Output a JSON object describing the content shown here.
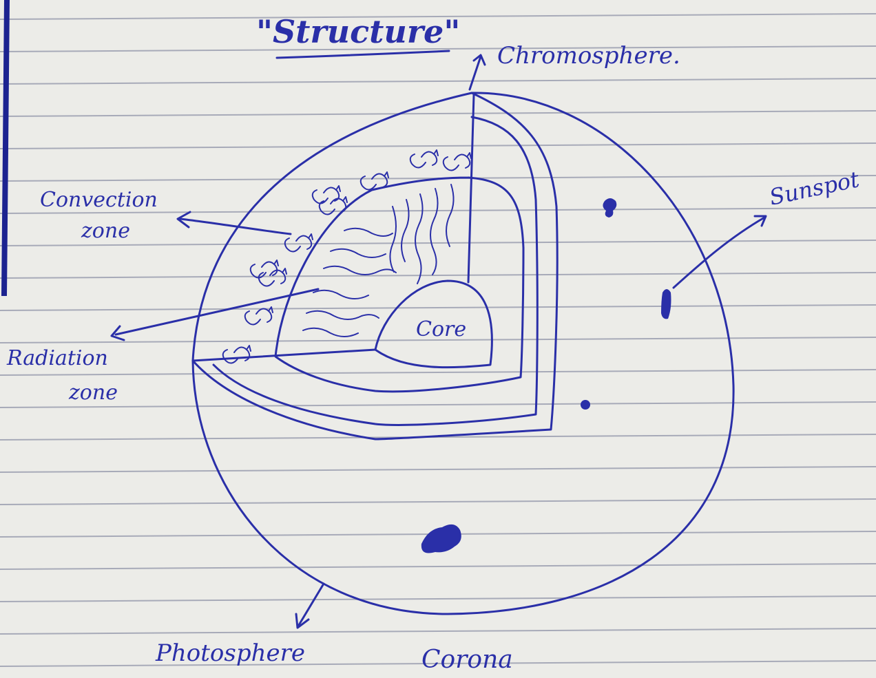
{
  "diagram": {
    "title": "\"Structure\"",
    "labels": {
      "chromosphere": "Chromosphere.",
      "convection_zone": [
        "Convection",
        "zone"
      ],
      "sunspot": "Sunspot",
      "radiation_zone": [
        "Radiation",
        "zone"
      ],
      "core": "Core",
      "photosphere": "Photosphere",
      "corona": "Corona"
    }
  },
  "colors": {
    "ink": "#2a2fa8",
    "paper": "#ecece8",
    "rule": "#a7aab8",
    "margin": "#1c2390"
  }
}
